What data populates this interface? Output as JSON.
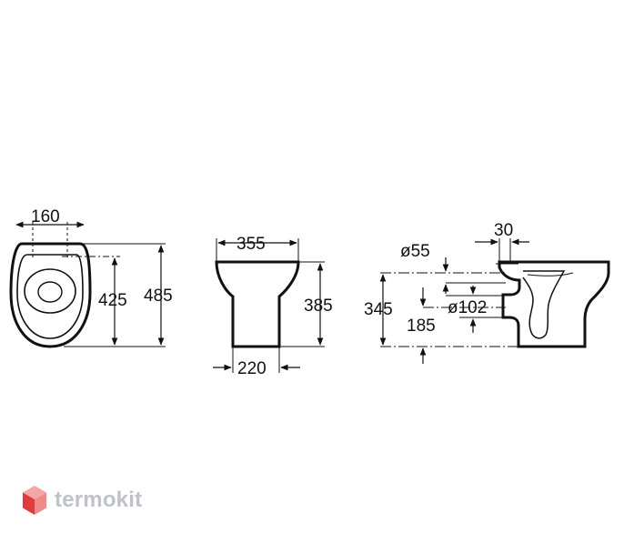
{
  "dimensions": {
    "top_view": {
      "width_160": "160",
      "depth_425": "425",
      "depth_485": "485"
    },
    "front_view": {
      "width_355": "355",
      "height_385": "385",
      "base_220": "220"
    },
    "side_view": {
      "offset_30": "30",
      "diameter_55": "ø55",
      "height_345": "345",
      "height_185": "185",
      "diameter_102": "ø102"
    }
  },
  "watermark": {
    "text": "termokit",
    "colors": {
      "top": "#f2a6a6",
      "left": "#e23b3b",
      "right": "#f28a8a"
    }
  }
}
